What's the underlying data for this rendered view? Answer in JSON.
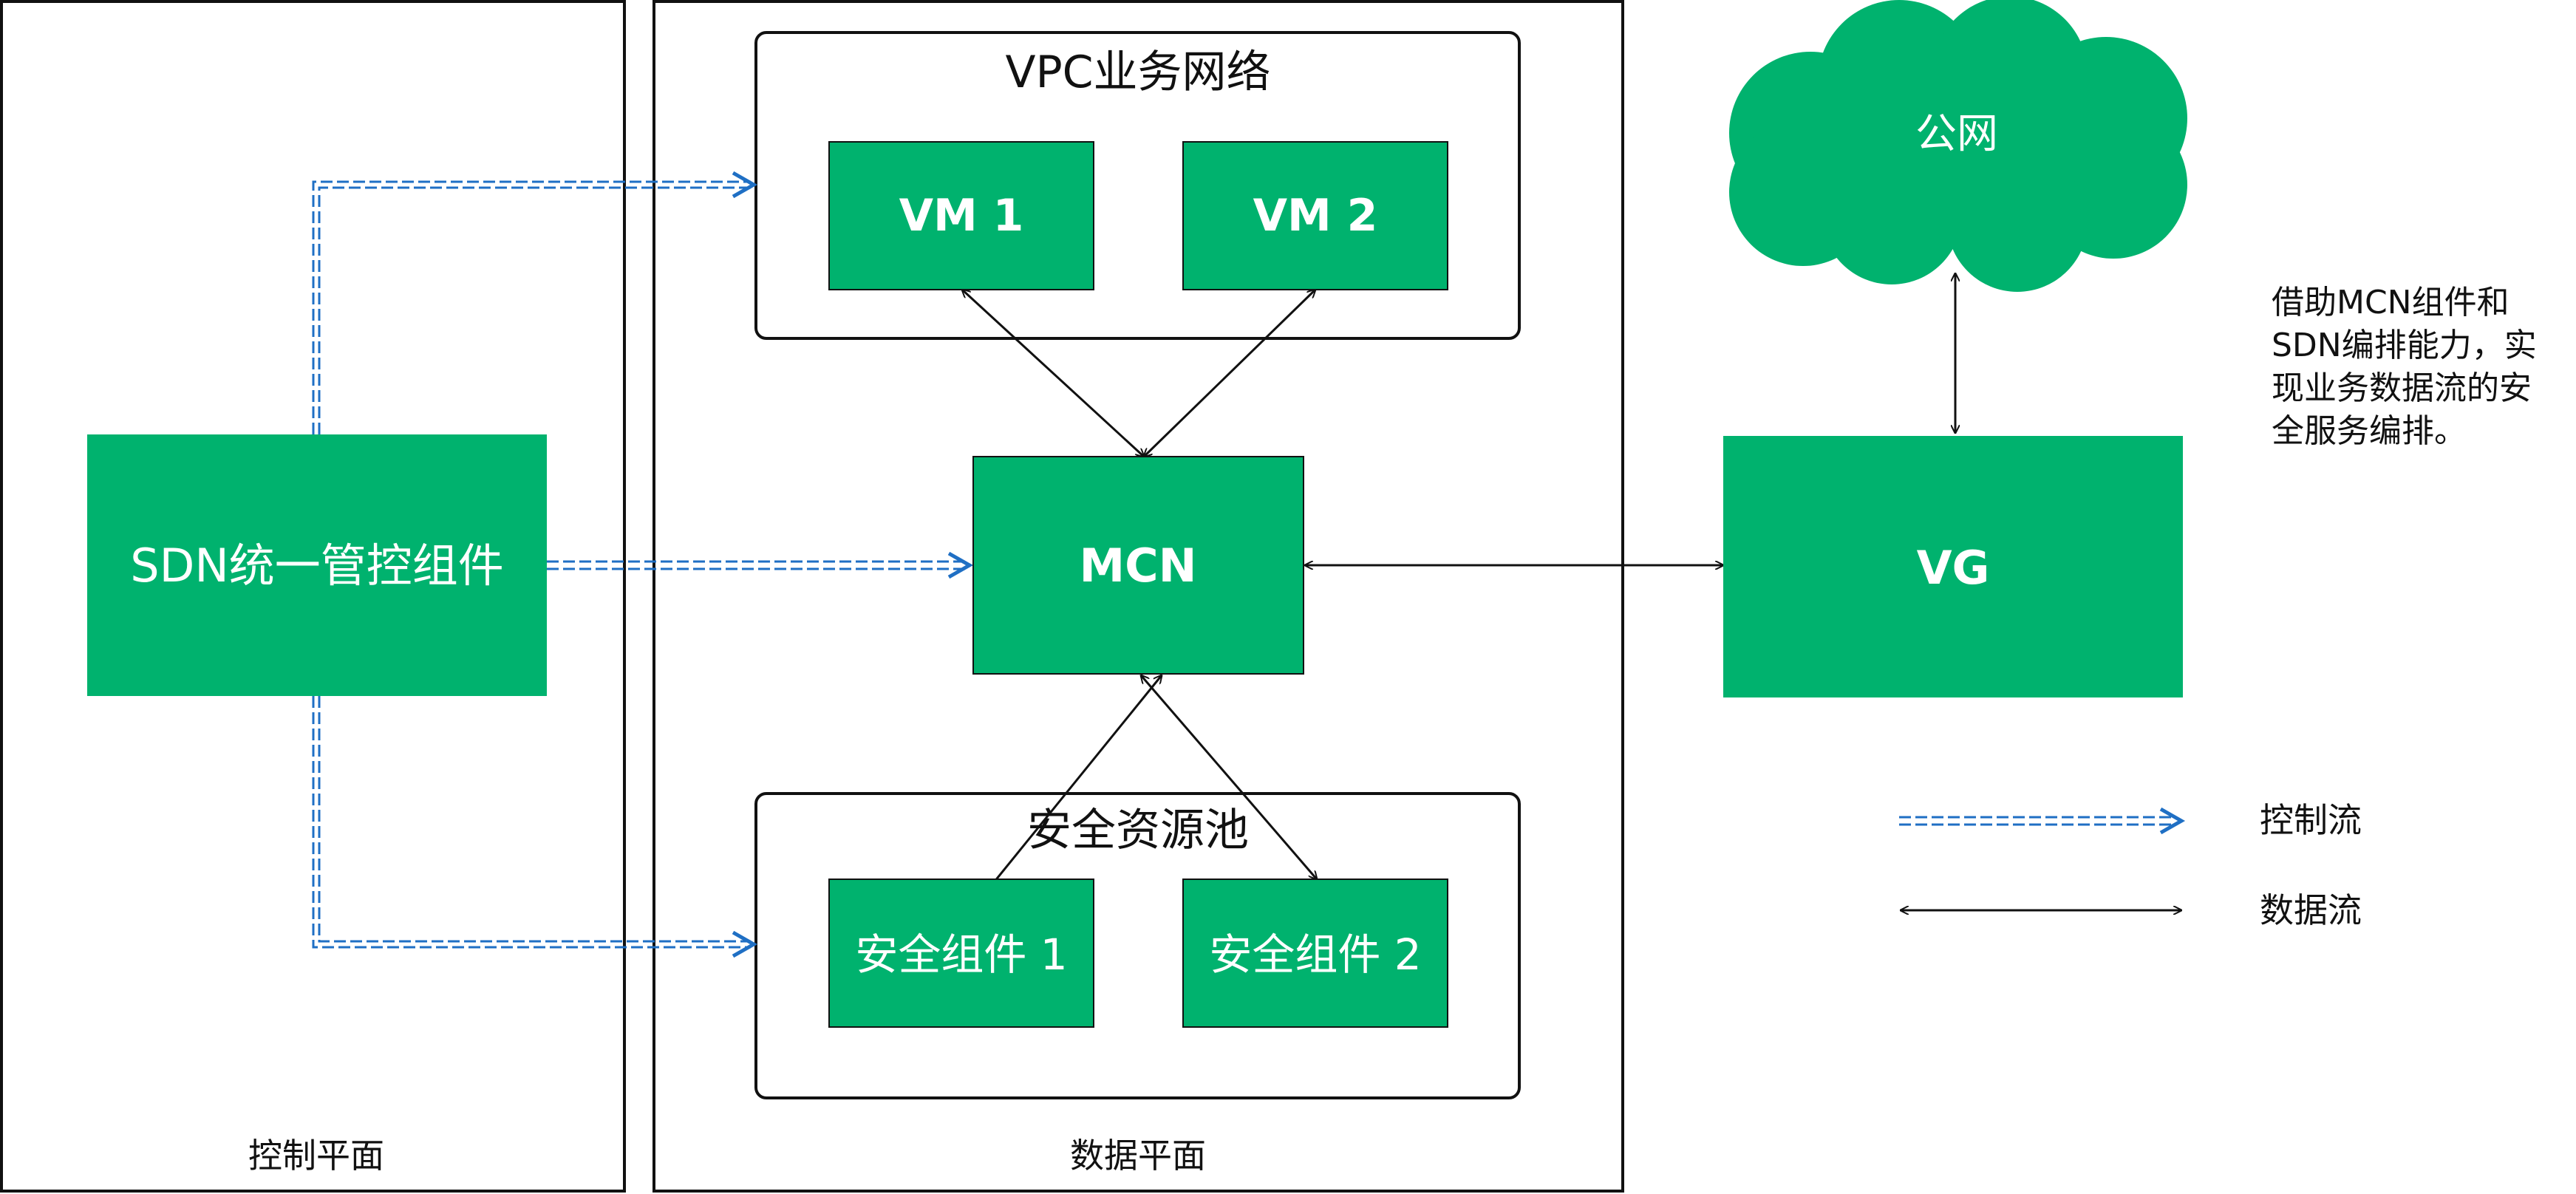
{
  "colors": {
    "green": "#00b26e",
    "control_flow_blue": "#1f6fc4",
    "data_flow_black": "#111111",
    "border": "#111111"
  },
  "panels": {
    "control_plane_label": "控制平面",
    "data_plane_label": "数据平面"
  },
  "groups": {
    "vpc_title": "VPC业务网络",
    "security_pool_title": "安全资源池"
  },
  "nodes": {
    "sdn": "SDN统一管控组件",
    "vm1": "VM 1",
    "vm2": "VM 2",
    "mcn": "MCN",
    "sec1": "安全组件 1",
    "sec2": "安全组件 2",
    "vg": "VG",
    "public_network": "公网"
  },
  "note": {
    "line1": "借助MCN组件和",
    "line2": "SDN编排能力，实",
    "line3": "现业务数据流的安",
    "line4": "全服务编排。"
  },
  "legend": {
    "control_flow": "控制流",
    "data_flow": "数据流"
  }
}
